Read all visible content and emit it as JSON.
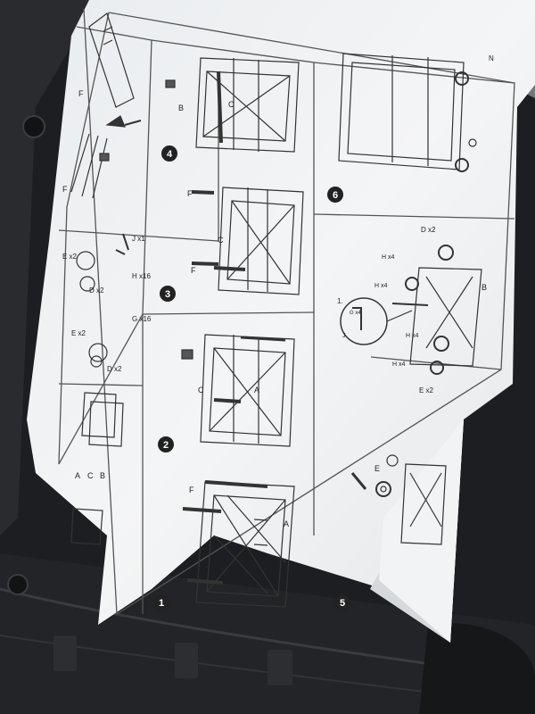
{
  "parts": {
    "a": "A",
    "b": "B",
    "c": "C",
    "d": "D",
    "e": "E",
    "f": "F",
    "g": "G",
    "h": "H",
    "j": "J",
    "d_qty": "D x2",
    "e_qty": "E x2",
    "g_qty": "G x16",
    "h_qty": "H x16",
    "j_qty": "J x1",
    "h_x4": "H x4",
    "g_x4": "G x4"
  },
  "steps": [
    "1",
    "2",
    "3",
    "4",
    "5",
    "6"
  ],
  "sub_step": "1.",
  "page_mark": "N"
}
